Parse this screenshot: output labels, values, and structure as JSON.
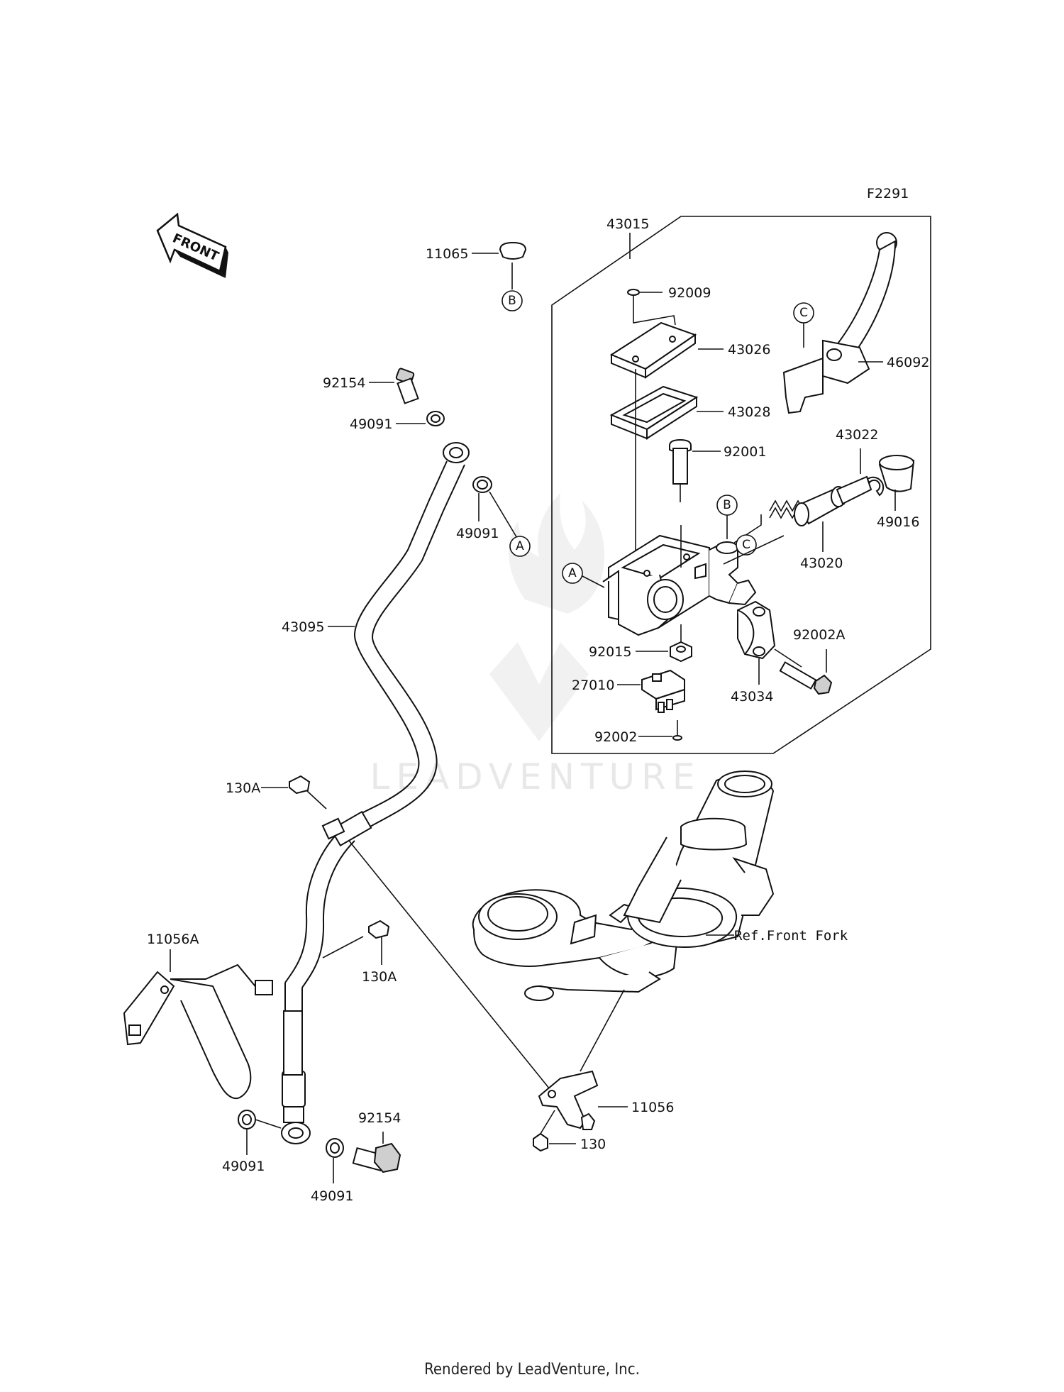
{
  "diagram_code": "F2291",
  "front_label": "FRONT",
  "watermark": "LEADVENTURE",
  "footer": "Rendered by LeadVenture, Inc.",
  "parts": {
    "p11065": "11065",
    "p92154_top": "92154",
    "p49091_top": "49091",
    "p49091_mid": "49091",
    "p43095": "43095",
    "p130A_top": "130A",
    "p130A_mid": "130A",
    "p11056A": "11056A",
    "p49091_bl": "49091",
    "p49091_br": "49091",
    "p92154_bot": "92154",
    "p43015": "43015",
    "p92009": "92009",
    "p43026": "43026",
    "p43028": "43028",
    "p92001": "92001",
    "p46092": "46092",
    "p43022": "43022",
    "p49016": "49016",
    "p43020": "43020",
    "p92002A": "92002A",
    "p92015": "92015",
    "p43034": "43034",
    "p27010": "27010",
    "p92002": "92002",
    "ref_front_fork": "Ref.Front Fork",
    "p11056": "11056",
    "p130": "130"
  },
  "callouts": {
    "B_top": "B",
    "A_hose": "A",
    "C_lever": "C",
    "B_body": "B",
    "C_body": "C",
    "A_body": "A"
  }
}
